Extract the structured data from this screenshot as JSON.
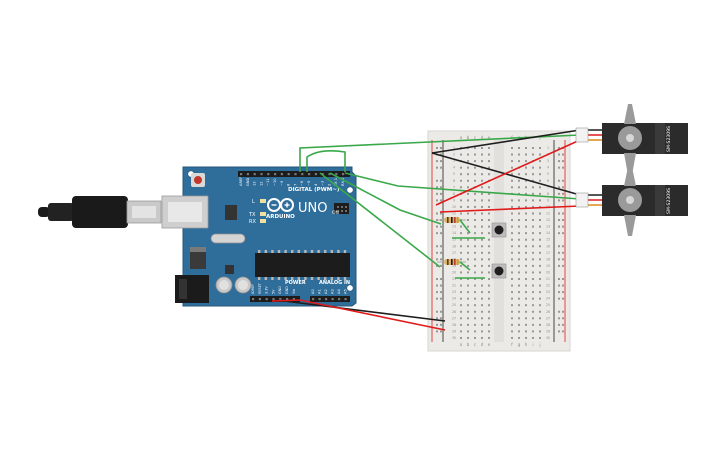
{
  "board": {
    "name": "UNO",
    "brand": "ARDUINO",
    "digital_header": "DIGITAL (PWM~)",
    "power_header": "POWER",
    "analog_header": "ANALOG IN",
    "led_l": "L",
    "led_tx": "TX",
    "led_rx": "RX",
    "led_on": "ON",
    "digital_pins": [
      "AREF",
      "GND",
      "13",
      "12",
      "~11",
      "~10",
      "~9",
      "8",
      "7",
      "~6",
      "~5",
      "4",
      "~3",
      "2",
      "TX 1",
      "RX 0"
    ],
    "power_pins": [
      "IOREF",
      "RESET",
      "3.3V",
      "5V",
      "GND",
      "GND",
      "Vin"
    ],
    "analog_pins": [
      "A0",
      "A1",
      "A2",
      "A3",
      "A4",
      "A5"
    ]
  },
  "breadboard": {
    "col_letters_left": [
      "a",
      "b",
      "c",
      "d",
      "e"
    ],
    "col_letters_right": [
      "f",
      "g",
      "h",
      "i",
      "j"
    ],
    "row_numbers": [
      "1",
      "2",
      "3",
      "4",
      "5",
      "6",
      "7",
      "8",
      "9",
      "10",
      "11",
      "12",
      "13",
      "14",
      "15",
      "16",
      "17",
      "18",
      "19",
      "20",
      "21",
      "22",
      "23",
      "24",
      "25",
      "26",
      "27",
      "28",
      "29",
      "30"
    ]
  },
  "servos": [
    {
      "label": "SM-S2309S"
    },
    {
      "label": "SM-S2309S"
    }
  ],
  "colors": {
    "board_blue": "#2f6d9b",
    "wire_green": "#3aa84a",
    "wire_red": "#e01b1b",
    "wire_black": "#1e1e1e",
    "breadboard": "#eceae6",
    "servo_body": "#2b2b2b",
    "servo_horn": "#9a9a9a"
  }
}
